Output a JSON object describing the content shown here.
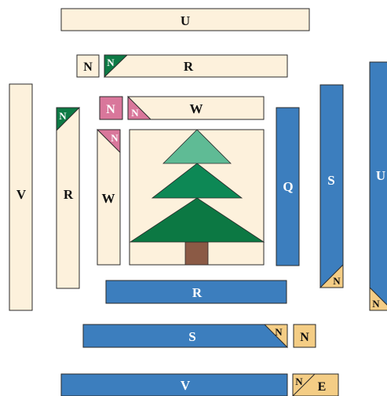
{
  "colors": {
    "cream": "#fdf1dc",
    "blue": "#3c7ebe",
    "tan": "#f4cd85",
    "green": "#0d7a45",
    "pink": "#d9779b",
    "tree_top": "#5fbb95",
    "tree_mid": "#0d8855",
    "tree_bottom": "#0c7843",
    "trunk": "#8b5a45",
    "stroke": "#2a2a2a"
  },
  "icons": [
    "pine-tree-icon"
  ],
  "diagram": {
    "strips": {
      "top_u": "U",
      "top_r": "R",
      "top_w": "W",
      "left_v": "V",
      "left_r": "R",
      "left_w": "W",
      "right_q": "Q",
      "right_s": "S",
      "right_u": "U",
      "bottom_r": "R",
      "bottom_s": "S",
      "bottom_v": "V"
    },
    "squares": {
      "n_top_small": "N",
      "n_pink_square": "N",
      "n_bottom_right_s": "N",
      "e_corner": "E"
    },
    "corner_triangles": {
      "n_green_top_r": "N",
      "n_pink_top_w": "N",
      "n_green_left_r": "N",
      "n_pink_left_w": "N",
      "n_tan_right_s": "N",
      "n_tan_right_u": "N",
      "n_tan_bottom_s": "N",
      "n_tan_bottom_v": "N"
    }
  }
}
